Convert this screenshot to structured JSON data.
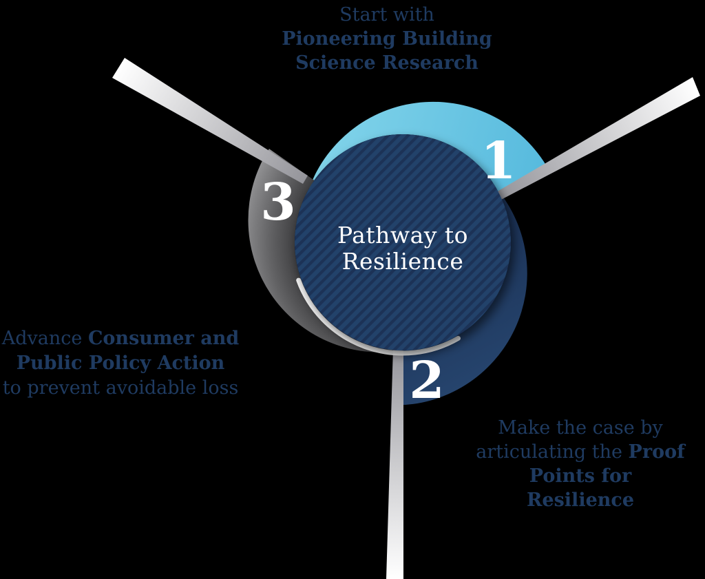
{
  "diagram_title": "Pathway to Resilience",
  "center": {
    "line1": "Pathway to",
    "line2": "Resilience"
  },
  "steps": [
    {
      "number": "1",
      "position": "top",
      "arc_color": "#66c1e2",
      "lines": [
        {
          "pre": "Start with",
          "bold": ""
        },
        {
          "pre": "",
          "bold": "Pioneering Building"
        },
        {
          "pre": "",
          "bold": "Science Research"
        }
      ]
    },
    {
      "number": "2",
      "position": "bottom-right",
      "arc_color": "#1d3457",
      "lines": [
        {
          "pre": "Make the case by",
          "bold": ""
        },
        {
          "pre": "articulating the ",
          "bold": "Proof"
        },
        {
          "pre": "",
          "bold": "Points for Resilience"
        }
      ]
    },
    {
      "number": "3",
      "position": "left",
      "arc_color": "#6f6f71",
      "lines": [
        {
          "pre": "Advance ",
          "bold": "Consumer and"
        },
        {
          "pre": "",
          "bold": "Public Policy Action"
        },
        {
          "pre": "to prevent avoidable loss",
          "bold": ""
        }
      ]
    }
  ],
  "colors": {
    "background": "#000000",
    "label_text": "#1f3b61",
    "light_blue_arc": "#66c1e2",
    "navy_arc": "#1d3457",
    "gray_arc": "#6f6f71",
    "stripe_light": "#24426b",
    "stripe_dark": "#1c3257",
    "number_text": "#ffffff",
    "center_text": "#ffffff",
    "spoke_outer": "#ffffff",
    "spoke_inner": "#96969a"
  }
}
